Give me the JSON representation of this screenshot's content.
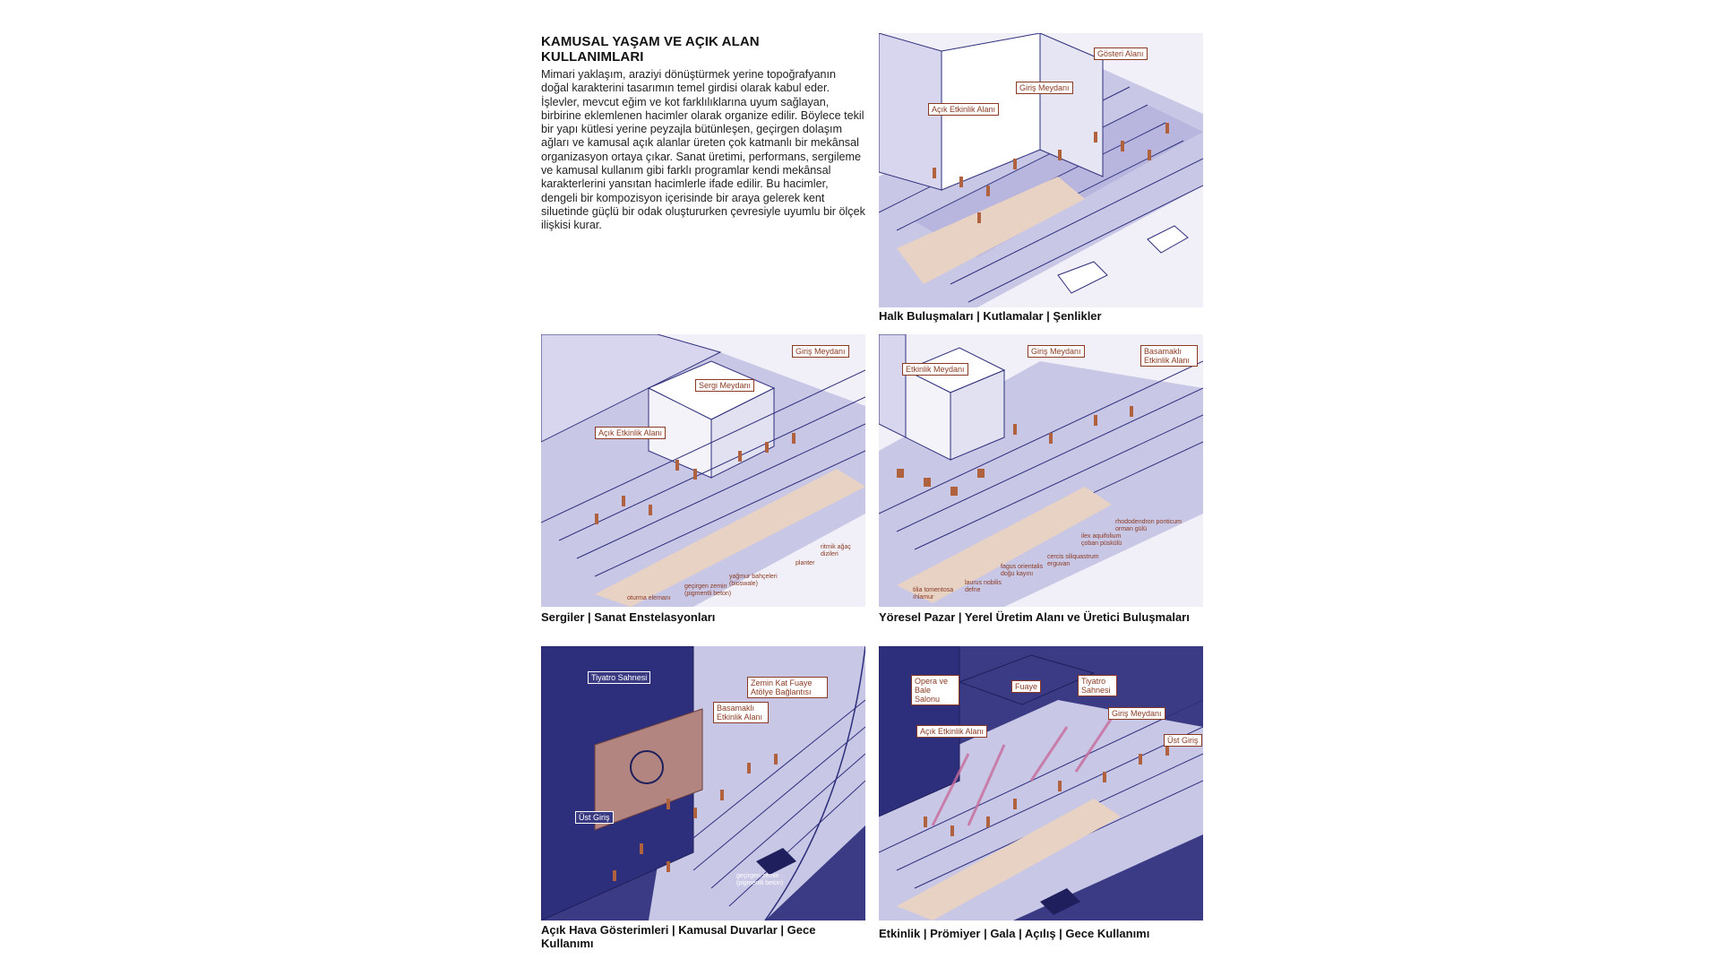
{
  "intro": {
    "title": "KAMUSAL YAŞAM VE AÇIK ALAN KULLANIMLARI",
    "body": "Mimari yaklaşım, araziyi dönüştürmek yerine topoğrafyanın doğal karakterini tasarımın temel girdisi olarak kabul eder. İşlevler, mevcut eğim ve kot farklılıklarına uyum sağlayan, birbirine eklemlenen hacimler olarak organize edilir. Böylece tekil bir yapı kütlesi yerine peyzajla bütünleşen, geçirgen dolaşım ağları ve kamusal açık alanlar üreten çok katmanlı bir mekânsal organizasyon ortaya çıkar. Sanat üretimi, performans, sergileme ve kamusal kullanım gibi farklı programlar kendi mekânsal karakterlerini yansıtan hacimlerle ifade edilir. Bu hacimler, dengeli bir kompozisyon içerisinde bir araya gelerek kent siluetinde güçlü bir odak oluştururken çevresiyle uyumlu bir ölçek ilişkisi kurar."
  },
  "colors": {
    "navy": "#2e2f7c",
    "plaza": "#c9c7e6",
    "light": "#eceaf6",
    "people": "#b0623f",
    "tagline": "#8a3a22"
  },
  "panels": [
    {
      "caption": "Halk Buluşmaları | Kutlamalar | Şenlikler",
      "tags": [
        "Gösteri Alanı",
        "Giriş Meydanı",
        "Açık Etkinlik Alanı"
      ]
    },
    {
      "caption": "Sergiler | Sanat Enstelasyonları",
      "tags": [
        "Giriş Meydanı",
        "Sergi Meydanı",
        "Açık Etkinlik Alanı"
      ],
      "labels": [
        "ritmik ağaç dizileri",
        "planter",
        "yağmur bahçeleri (bioswale)",
        "geçirgen zemin (pigmentli beton)",
        "oturma elemanı"
      ]
    },
    {
      "caption": "Yöresel Pazar | Yerel Üretim Alanı ve Üretici Buluşmaları",
      "tags": [
        "Etkinlik Meydanı",
        "Giriş Meydanı",
        "Basamaklı Etkinlik Alanı"
      ],
      "labels": [
        "rhododendron ponticum orman gülü",
        "ilex aquifolium çoban püskülü",
        "cercis siliquastrum erguvan",
        "fagus orientalis doğu kayını",
        "laurus nobilis defne",
        "tilia tomentosa ıhlamur"
      ]
    },
    {
      "caption": "Açık Hava Gösterimleri | Kamusal Duvarlar | Gece Kullanımı",
      "tags": [
        "Tiyatro Sahnesi",
        "Zemin Kat Fuaye Atölye Bağlantısı",
        "Basamaklı Etkinlik Alanı",
        "Üst Giriş"
      ],
      "labels": [
        "geçirgen zemin (pigmentli beton)"
      ]
    },
    {
      "caption": "Etkinlik | Prömiyer | Gala | Açılış | Gece Kullanımı",
      "tags": [
        "Opera ve Bale Salonu",
        "Fuaye",
        "Tiyatro Sahnesi",
        "Giriş Meydanı",
        "Açık Etkinlik Alanı",
        "Üst Giriş"
      ]
    }
  ]
}
